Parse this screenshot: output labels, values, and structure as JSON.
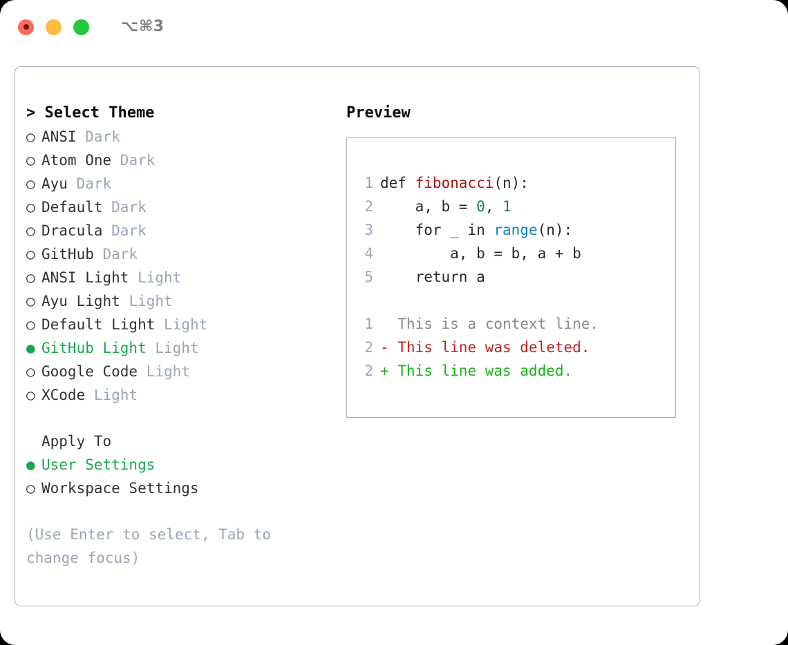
{
  "titlebar": {
    "buttons": [
      {
        "name": "close",
        "color": "#fc6a5d"
      },
      {
        "name": "minimize",
        "color": "#fdbc40"
      },
      {
        "name": "maximize",
        "color": "#22c93f"
      }
    ],
    "shortcut": "⌥⌘3"
  },
  "theme_section": {
    "header": "> Select Theme",
    "options": [
      {
        "bullet": "○",
        "label": "ANSI",
        "suffix": "Dark",
        "selected": false
      },
      {
        "bullet": "○",
        "label": "Atom One",
        "suffix": "Dark",
        "selected": false
      },
      {
        "bullet": "○",
        "label": "Ayu",
        "suffix": "Dark",
        "selected": false
      },
      {
        "bullet": "○",
        "label": "Default",
        "suffix": "Dark",
        "selected": false
      },
      {
        "bullet": "○",
        "label": "Dracula",
        "suffix": "Dark",
        "selected": false
      },
      {
        "bullet": "○",
        "label": "GitHub",
        "suffix": "Dark",
        "selected": false
      },
      {
        "bullet": "○",
        "label": "ANSI Light",
        "suffix": "Light",
        "selected": false
      },
      {
        "bullet": "○",
        "label": "Ayu Light",
        "suffix": "Light",
        "selected": false
      },
      {
        "bullet": "○",
        "label": "Default Light",
        "suffix": "Light",
        "selected": false
      },
      {
        "bullet": "●",
        "label": "GitHub Light",
        "suffix": "Light",
        "selected": true
      },
      {
        "bullet": "○",
        "label": "Google Code",
        "suffix": "Light",
        "selected": false
      },
      {
        "bullet": "○",
        "label": "XCode",
        "suffix": "Light",
        "selected": false
      }
    ]
  },
  "apply_section": {
    "header": "Apply To",
    "options": [
      {
        "bullet": "●",
        "label": "User Settings",
        "selected": true
      },
      {
        "bullet": "○",
        "label": "Workspace Settings",
        "selected": false
      }
    ]
  },
  "hint": "(Use Enter to select, Tab to change focus)",
  "preview": {
    "title": "Preview",
    "code_lines": [
      {
        "no": "1",
        "parts": [
          {
            "t": "def ",
            "c": "kw"
          },
          {
            "t": "fibonacci",
            "c": "fn"
          },
          {
            "t": "(n):",
            "c": "plain"
          }
        ]
      },
      {
        "no": "2",
        "parts": [
          {
            "t": "    a, b = ",
            "c": "plain"
          },
          {
            "t": "0",
            "c": "num"
          },
          {
            "t": ", ",
            "c": "plain"
          },
          {
            "t": "1",
            "c": "num"
          }
        ]
      },
      {
        "no": "3",
        "parts": [
          {
            "t": "    for _ in ",
            "c": "plain"
          },
          {
            "t": "range",
            "c": "call"
          },
          {
            "t": "(n):",
            "c": "plain"
          }
        ]
      },
      {
        "no": "4",
        "parts": [
          {
            "t": "        a, b = b, a + b",
            "c": "plain"
          }
        ]
      },
      {
        "no": "5",
        "parts": [
          {
            "t": "    return a",
            "c": "plain"
          }
        ]
      }
    ],
    "diff_lines": [
      {
        "no": "1",
        "marker": " ",
        "text": "  This is a context line.",
        "kind": "ctx"
      },
      {
        "no": "2",
        "marker": " ",
        "text": "- This line was deleted.",
        "kind": "del"
      },
      {
        "no": "2",
        "marker": " ",
        "text": "+ This line was added.",
        "kind": "add"
      }
    ]
  },
  "colors": {
    "accent_green": "#1aa64b",
    "muted": "#9aa5b4",
    "border": "#a6b0bd",
    "diff_add": "#17b317",
    "diff_del": "#bf1f1f",
    "syntax_function": "#a61b1b",
    "syntax_number": "#0b7a75",
    "syntax_call": "#1184c4"
  }
}
